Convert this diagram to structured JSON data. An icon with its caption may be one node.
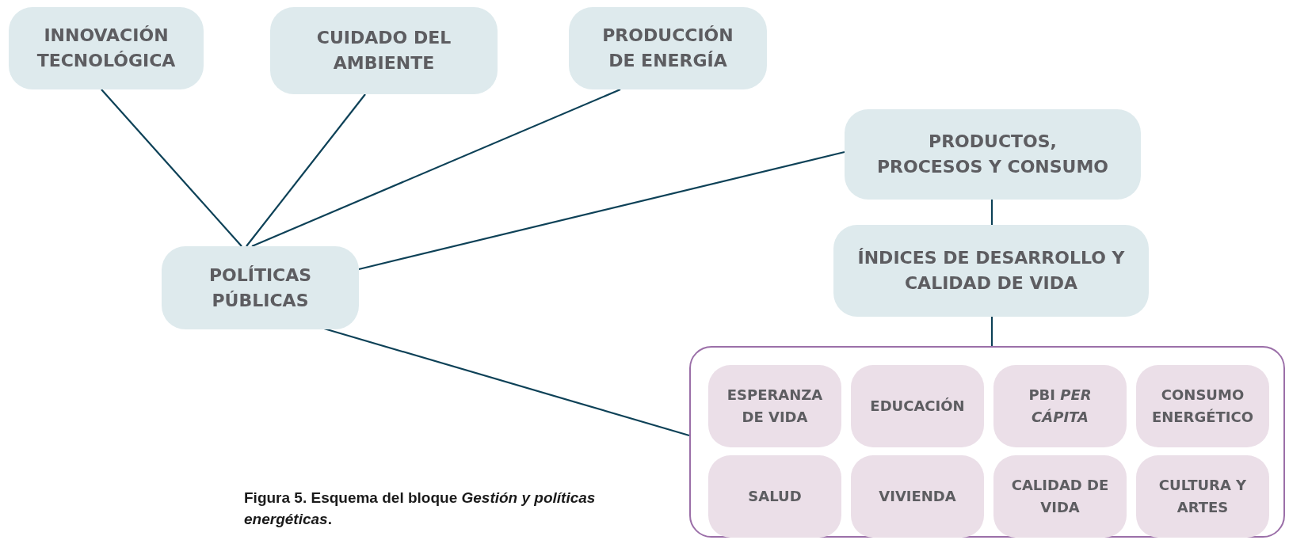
{
  "diagram": {
    "caption": "Figura 5. Esquema del bloque *Gestión y políticas energéticas*.",
    "nodes": [
      {
        "text": [
          "INNOVACIÓN TECNOLÓGICA"
        ]
      },
      {
        "text": [
          "CUIDADO DEL AMBIENTE"
        ]
      },
      {
        "text": [
          "PRODUCCIÓN DE ENERGÍA"
        ]
      },
      {
        "text": [
          "PRODUCTOS, PROCESOS Y CONSUMO"
        ]
      },
      {
        "text": [
          "ÍNDICES DE DESARROLLO Y CALIDAD DE VIDA"
        ]
      },
      {
        "text": [
          "POLÍTICAS PÚBLICAS"
        ]
      },
      {
        "text": [],
        "shape": "box"
      },
      {
        "text": [
          "ESPERANZA DE VIDA"
        ],
        "in": 6
      },
      {
        "text": [
          "EDUCACIÓN"
        ],
        "in": 6
      },
      {
        "text": [
          "PBI *PER CÁPITA*"
        ],
        "in": 6
      },
      {
        "text": [
          "CONSUMO ENERGÉTICO"
        ],
        "in": 6
      },
      {
        "text": [
          "SALUD"
        ],
        "in": 6
      },
      {
        "text": [
          "VIVIENDA"
        ],
        "in": 6
      },
      {
        "text": [
          "CALIDAD DE VIDA"
        ],
        "in": 6
      },
      {
        "text": [
          "CULTURA Y ARTES"
        ],
        "in": 6
      }
    ],
    "edges": [
      {
        "from": 5,
        "to": 0,
        "arrow": "none"
      },
      {
        "from": 5,
        "to": 1,
        "arrow": "none"
      },
      {
        "from": 5,
        "to": 2,
        "arrow": "none"
      },
      {
        "from": 5,
        "to": 3,
        "arrow": "none"
      },
      {
        "from": 5,
        "to": 6,
        "arrow": "none"
      },
      {
        "from": 3,
        "to": 4,
        "arrow": "none"
      },
      {
        "from": 4,
        "to": 6,
        "arrow": "none"
      }
    ]
  }
}
